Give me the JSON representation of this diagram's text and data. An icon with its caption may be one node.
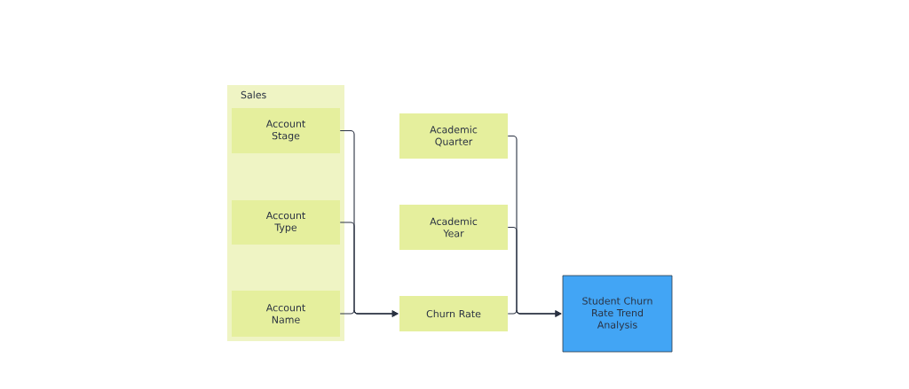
{
  "diagram": {
    "nodes": [
      {
        "text": [
          "Sales"
        ]
      },
      {
        "text": [
          "Account Stage"
        ],
        "in": 0
      },
      {
        "text": [
          "Account Type"
        ],
        "in": 0
      },
      {
        "text": [
          "Account Name"
        ],
        "in": 0
      },
      {
        "text": [
          "Academic Quarter"
        ]
      },
      {
        "text": [
          "Academic Year"
        ]
      },
      {
        "text": [
          "Churn Rate"
        ]
      },
      {
        "text": [
          "Student Churn Rate Trend Analysis"
        ]
      }
    ],
    "edges": [
      {
        "from": 1,
        "to": 6,
        "arrow": "to"
      },
      {
        "from": 2,
        "to": 6,
        "arrow": "to"
      },
      {
        "from": 3,
        "to": 6,
        "arrow": "to"
      },
      {
        "from": 4,
        "to": 7,
        "arrow": "to"
      },
      {
        "from": 5,
        "to": 7,
        "arrow": "to"
      },
      {
        "from": 6,
        "to": 7,
        "arrow": "to"
      }
    ]
  }
}
